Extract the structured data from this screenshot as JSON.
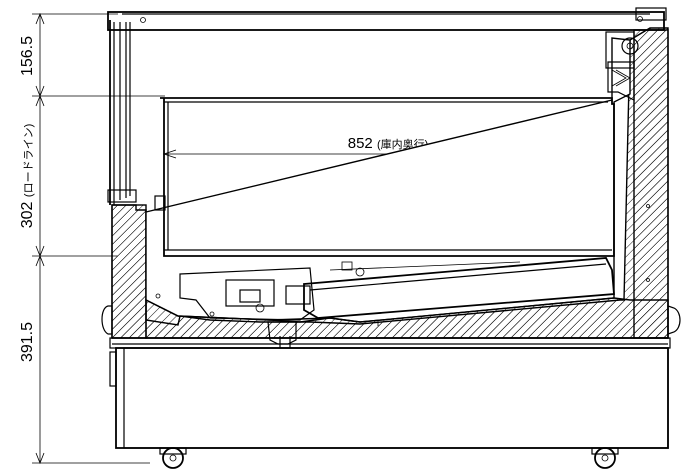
{
  "dimensions": {
    "top": {
      "value": "156.5"
    },
    "middle": {
      "value": "302",
      "note": "(ロードライン)"
    },
    "bottom": {
      "value": "391.5"
    },
    "depth": {
      "value": "852",
      "note": "(庫内奥行)"
    }
  }
}
